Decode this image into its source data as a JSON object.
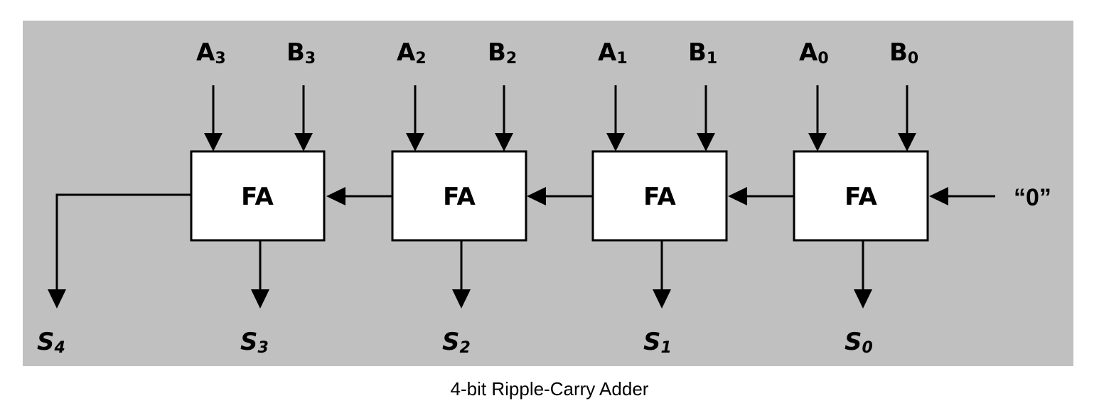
{
  "adders": [
    {
      "a": "A",
      "a_sub": "3",
      "b": "B",
      "b_sub": "3",
      "block": "FA",
      "s": "S",
      "s_sub": "3"
    },
    {
      "a": "A",
      "a_sub": "2",
      "b": "B",
      "b_sub": "2",
      "block": "FA",
      "s": "S",
      "s_sub": "2"
    },
    {
      "a": "A",
      "a_sub": "1",
      "b": "B",
      "b_sub": "1",
      "block": "FA",
      "s": "S",
      "s_sub": "1"
    },
    {
      "a": "A",
      "a_sub": "0",
      "b": "B",
      "b_sub": "0",
      "block": "FA",
      "s": "S",
      "s_sub": "0"
    }
  ],
  "carry_out": {
    "s": "S",
    "s_sub": "4"
  },
  "carry_in": "“0”",
  "caption": "4-bit Ripple-Carry Adder",
  "colors": {
    "panel": "#c0c0c0",
    "block_fill": "#ffffff",
    "stroke": "#000000"
  }
}
